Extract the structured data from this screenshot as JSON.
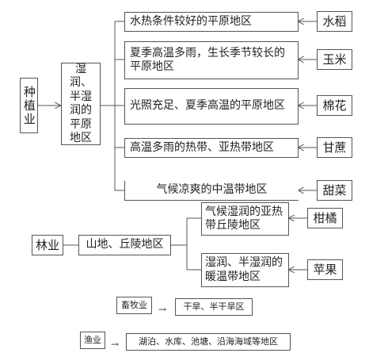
{
  "planting": {
    "root": "种植业",
    "region": "湿润、半湿润的平原地区",
    "items": [
      {
        "condition": "水热条件较好的平原地区",
        "crop": "水稻"
      },
      {
        "condition": "夏季高温多雨，生长季节较长的平原地区",
        "crop": "玉米"
      },
      {
        "condition": "光照充足、夏季高温的平原地区",
        "crop": "棉花"
      },
      {
        "condition": "高温多雨的热带、亚热带地区",
        "crop": "甘蔗"
      },
      {
        "condition": "气候凉爽的中温带地区",
        "crop": "甜菜"
      }
    ]
  },
  "forestry": {
    "root": "林业",
    "region": "山地、丘陵地区",
    "items": [
      {
        "condition": "气候湿润的亚热带丘陵地区",
        "crop": "柑橘"
      },
      {
        "condition": "湿润、半湿润的暖温带地区",
        "crop": "苹果"
      }
    ]
  },
  "livestock": {
    "root": "畜牧业",
    "region": "干旱、半干旱区"
  },
  "fishery": {
    "root": "渔业",
    "region": "湖泊、水库、池塘、沿海海域等地区"
  }
}
